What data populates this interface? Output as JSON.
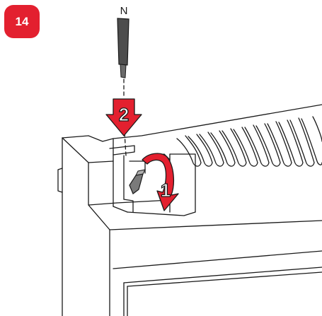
{
  "step": {
    "number": "14"
  },
  "wire": {
    "label": "N"
  },
  "arrows": {
    "push_number": "2",
    "lever_number": "1"
  },
  "colors": {
    "accent": "#e3202f",
    "line": "#1a1a1a",
    "wire": "#555555"
  }
}
